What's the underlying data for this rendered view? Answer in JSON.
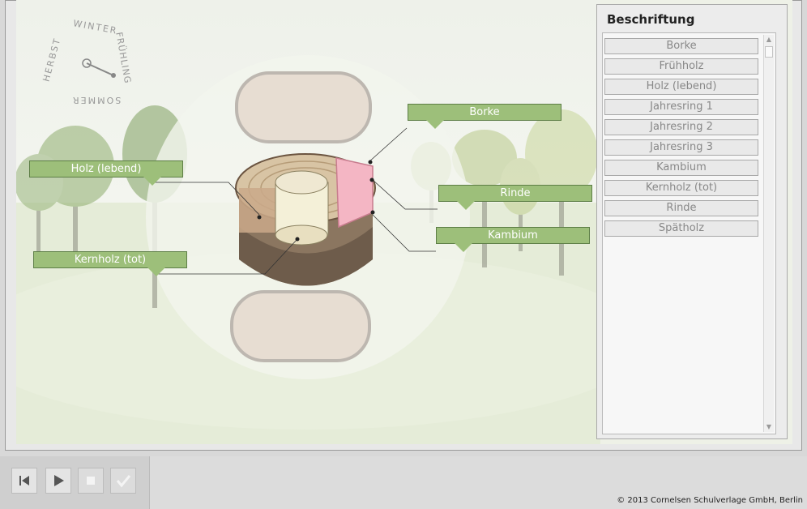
{
  "season_wheel": {
    "winter": "WINTER",
    "fruehling": "FRÜHLING",
    "sommer": "SOMMER",
    "herbst": "HERBST"
  },
  "labels": {
    "borke": "Borke",
    "holz_lebend": "Holz (lebend)",
    "rinde": "Rinde",
    "kambium": "Kambium",
    "kernholz": "Kernholz (tot)"
  },
  "panel": {
    "title": "Beschriftung",
    "terms": [
      "Borke",
      "Frühholz",
      "Holz (lebend)",
      "Jahresring 1",
      "Jahresring 2",
      "Jahresring 3",
      "Kambium",
      "Kernholz (tot)",
      "Rinde",
      "Spätholz"
    ]
  },
  "toolbar": {
    "reset_icon": "skip-back-icon",
    "play_icon": "play-icon",
    "stop_icon": "stop-icon",
    "check_icon": "check-icon"
  },
  "footer": {
    "copyright": "© 2013 Cornelsen Schulverlage GmbH, Berlin"
  },
  "colors": {
    "label_green": "#9dbf7a",
    "rinde_pink": "#f4b6c4"
  }
}
